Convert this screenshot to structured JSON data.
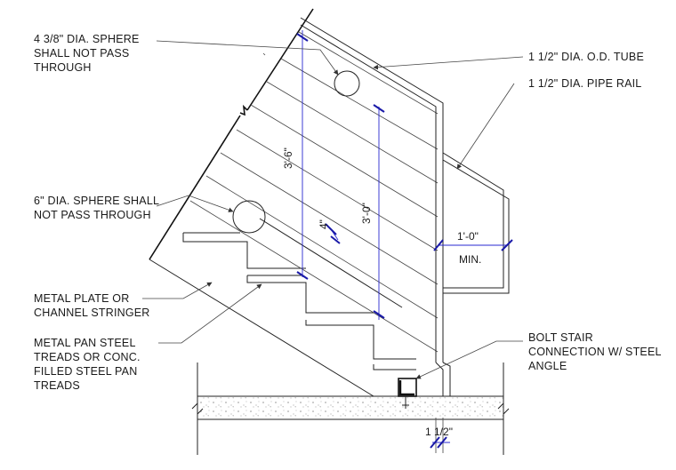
{
  "labels": {
    "sphere_4_3_8_line1": "4 3/8\" DIA. SPHERE",
    "sphere_4_3_8_line2": "SHALL NOT PASS",
    "sphere_4_3_8_line3": "THROUGH",
    "od_tube": "1 1/2\" DIA. O.D. TUBE",
    "pipe_rail": "1 1/2\" DIA. PIPE RAIL",
    "sphere_6_line1": "6\" DIA. SPHERE SHALL",
    "sphere_6_line2": "NOT PASS THROUGH",
    "stringer_line1": "METAL PLATE OR",
    "stringer_line2": "CHANNEL STRINGER",
    "treads_line1": "METAL PAN STEEL",
    "treads_line2": "TREADS OR CONC.",
    "treads_line3": "FILLED STEEL PAN",
    "treads_line4": "TREADS",
    "bolt_line1": "BOLT STAIR",
    "bolt_line2": "CONNECTION W/ STEEL",
    "bolt_line3": "ANGLE"
  },
  "dimensions": {
    "rail_height": "3'-6\"",
    "guard_height": "3'-0\"",
    "baluster_gap": "4\"",
    "extension": "1'-0\"",
    "extension_note": "MIN.",
    "clearance": "1 1/2\""
  },
  "colors": {
    "linework": "#222222",
    "dimension": "#2a2ad0"
  }
}
